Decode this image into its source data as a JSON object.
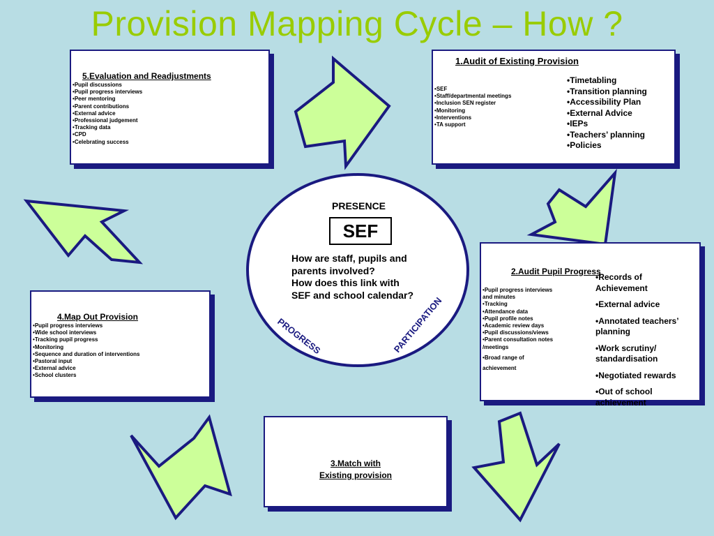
{
  "title": "Provision Mapping Cycle – How ?",
  "colors": {
    "background": "#b8dde4",
    "title": "#99cc00",
    "arrow_fill": "#ccff99",
    "arrow_stroke": "#1a1a80",
    "box_border": "#1a1a80"
  },
  "box1": {
    "heading": "1.Audit of Existing Provision",
    "left_items": [
      "SEF",
      "Staff/departmental meetings",
      "Inclusion SEN register",
      "Monitoring",
      "Interventions",
      "TA support"
    ],
    "right_items": [
      "Timetabling",
      "Transition planning",
      "Accessibility Plan",
      "External Advice",
      "IEPs",
      "Teachers’ planning",
      "Policies"
    ]
  },
  "box2": {
    "heading": "2.Audit Pupil Progress",
    "left_items": [
      "Pupil progress interviews and minutes",
      "Tracking",
      "Attendance data",
      "Pupil profile notes",
      "Academic review days",
      "Pupil discussions/views",
      "Parent consultation notes /meetings",
      "Broad range of achievement"
    ],
    "right_items": [
      "Records of Achievement",
      "External advice",
      "Annotated teachers’ planning",
      "Work scrutiny/ standardisation",
      "Negotiated rewards",
      "Out of school achievement"
    ]
  },
  "box3": {
    "line1": "3.Match with",
    "line2": "Existing provision"
  },
  "box4": {
    "heading": "4.Map Out Provision",
    "items": [
      "Pupil progress interviews",
      "Wide school interviews",
      "Tracking pupil progress",
      "Monitoring",
      "Sequence and duration of interventions",
      "Pastoral input",
      "External advice",
      "School clusters"
    ]
  },
  "box5": {
    "heading": "5.Evaluation and Readjustments",
    "items": [
      "Pupil discussions",
      "Pupil progress interviews",
      "Peer mentoring",
      "Parent contributions",
      "External advice",
      "Professional judgement",
      "Tracking data",
      "CPD",
      "Celebrating success"
    ]
  },
  "centre": {
    "presence": "PRESENCE",
    "sef": "SEF",
    "questions": [
      "How are staff, pupils and",
      "parents involved?",
      "How does this link with",
      "SEF and school calendar?"
    ],
    "progress": "PROGRESS",
    "participation": "PARTICIPATION"
  }
}
